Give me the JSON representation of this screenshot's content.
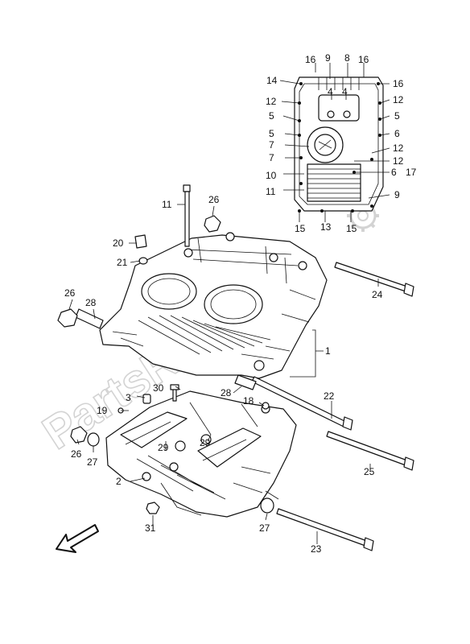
{
  "watermark": "PartsRepublik",
  "callouts": {
    "c1": "1",
    "c2": "2",
    "c3": "3",
    "c4a": "4",
    "c4b": "4",
    "c5a": "5",
    "c5b": "5",
    "c5c": "5",
    "c6a": "6",
    "c6b": "6",
    "c7a": "7",
    "c7b": "7",
    "c8": "8",
    "c9a": "9",
    "c9b": "9",
    "c10": "10",
    "c11a": "11",
    "c11b": "11",
    "c12a": "12",
    "c12b": "12",
    "c12c": "12",
    "c12d": "12",
    "c13": "13",
    "c14": "14",
    "c15a": "15",
    "c15b": "15",
    "c16a": "16",
    "c16b": "16",
    "c16c": "16",
    "c17": "17",
    "c18": "18",
    "c19": "19",
    "c20": "20",
    "c21": "21",
    "c22": "22",
    "c23": "23",
    "c24": "24",
    "c25": "25",
    "c26a": "26",
    "c26b": "26",
    "c26c": "26",
    "c27a": "27",
    "c27b": "27",
    "c28a": "28",
    "c28b": "28",
    "c29a": "29",
    "c29b": "29",
    "c30": "30",
    "c31": "31"
  },
  "icons": {
    "direction": "front-arrow-icon",
    "watermark_gear": "gear-icon"
  }
}
